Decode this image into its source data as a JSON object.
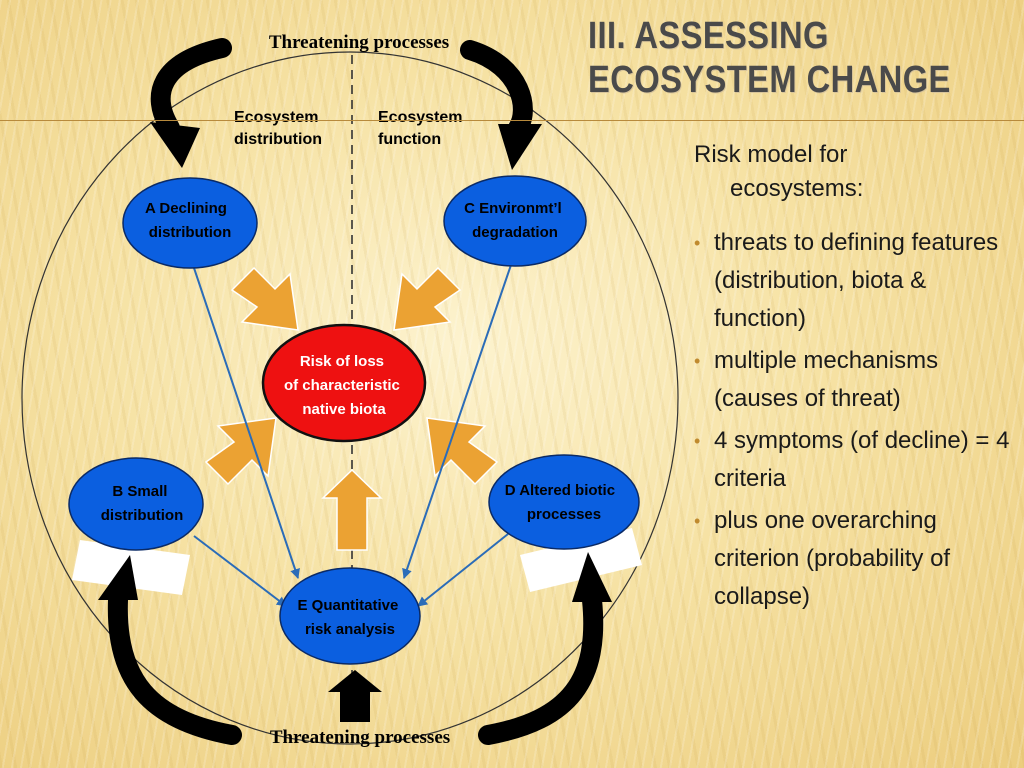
{
  "slide": {
    "title_line1": "III. ASSESSING",
    "title_line2": "ECOSYSTEM CHANGE",
    "subtitle_line1": "Risk model  for",
    "subtitle_line2": "ecosystems:",
    "bullets": [
      "threats to defining features (distribution, biota & function)",
      "multiple mechanisms (causes of threat)",
      "4 symptoms (of decline) = 4 criteria",
      "plus one overarching criterion (probability of collapse)"
    ]
  },
  "diagram": {
    "threat_top": "Threatening processes",
    "threat_bottom": "Threatening processes",
    "dist_label": [
      "Ecosystem",
      "distribution"
    ],
    "func_label": [
      "Ecosystem",
      "function"
    ],
    "nodeA": [
      "A Declining",
      "distribution"
    ],
    "nodeB": [
      "B Small",
      "distribution"
    ],
    "nodeC": [
      "C Environmt’l",
      "degradation"
    ],
    "nodeD": [
      "D Altered biotic",
      "processes"
    ],
    "nodeE": [
      "E Quantitative",
      "risk analysis"
    ],
    "center": [
      "Risk of loss",
      "of characteristic",
      "native biota"
    ]
  },
  "colors": {
    "node_fill": "#0b5fe0",
    "center_fill": "#ee1111",
    "block_arrow": "#eba233",
    "thin_arrow": "#2b6cb8"
  }
}
